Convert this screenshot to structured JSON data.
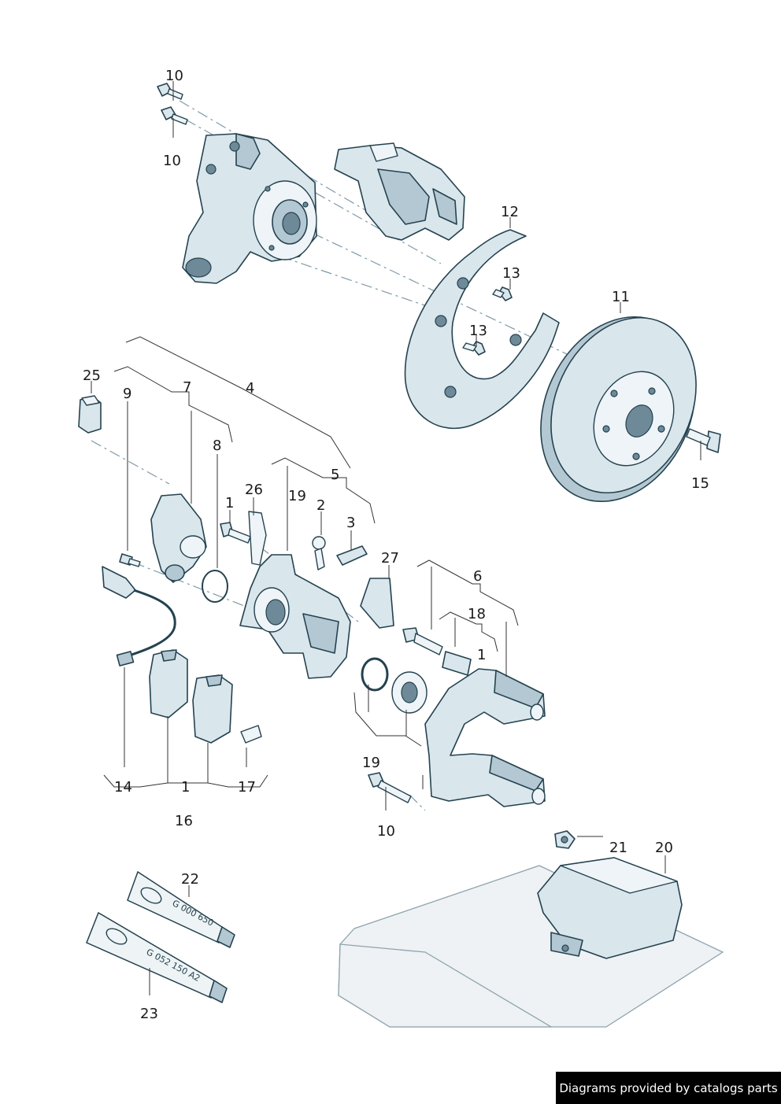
{
  "labels": {
    "l10a": "10",
    "l10b": "10",
    "l12": "12",
    "l13a": "13",
    "l13b": "13",
    "l11": "11",
    "l15": "15",
    "l25": "25",
    "l9": "9",
    "l7": "7",
    "l4": "4",
    "l8": "8",
    "l5": "5",
    "l26": "26",
    "l19a": "19",
    "l1a": "1",
    "l2": "2",
    "l3": "3",
    "l27": "27",
    "l6": "6",
    "l18": "18",
    "l1b": "1",
    "l14": "14",
    "l1c": "1",
    "l17": "17",
    "l16": "16",
    "l19b": "19",
    "l10c": "10",
    "l21": "21",
    "l20": "20",
    "l22": "22",
    "l23": "23"
  },
  "tube_texts": {
    "tube22": "G 000 650",
    "tube23": "G 052 150 A2"
  },
  "credit": "Diagrams provided by catalogs parts",
  "colors": {
    "part_fill": "#d9e6ec",
    "outline": "#24424f",
    "credit_bg": "#000000"
  }
}
